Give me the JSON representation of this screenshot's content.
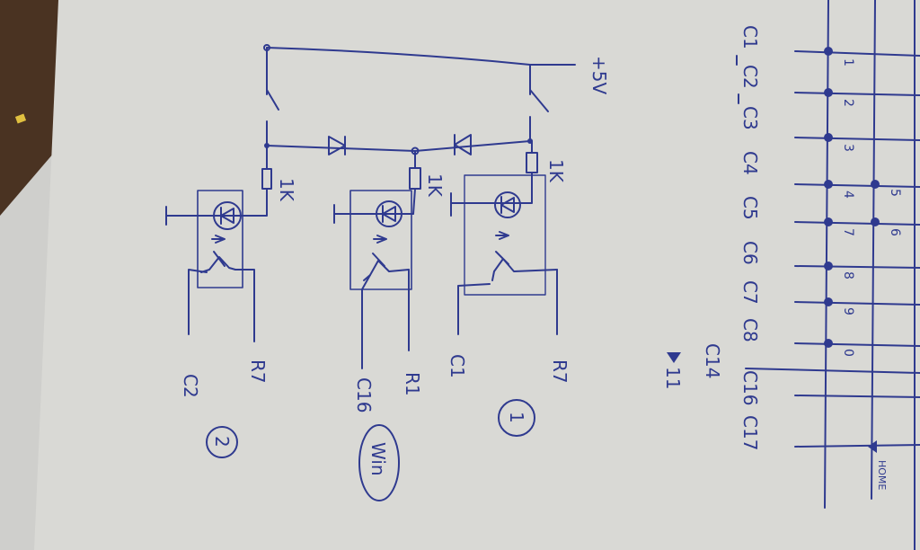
{
  "schematic": {
    "supply_label": "+5V",
    "resistors": [
      "1K",
      "1K",
      "1K"
    ],
    "circuits": [
      {
        "id_label": "2",
        "outputs": [
          "C2",
          "R7"
        ]
      },
      {
        "id_label": "Win",
        "outputs": [
          "C16",
          "R1"
        ]
      },
      {
        "id_label": "1",
        "outputs": [
          "C1",
          "R7"
        ]
      }
    ]
  },
  "grid_map": {
    "column_labels": [
      "C1",
      "C2",
      "C3",
      "C4",
      "C5",
      "C6",
      "C7",
      "C8",
      "C16",
      "C17"
    ],
    "extra_label": "C14",
    "marker_label": "11",
    "point_numbers": [
      "1",
      "2",
      "3",
      "4",
      "7",
      "8",
      "9",
      "0"
    ],
    "second_column_numbers": [
      "5",
      "6"
    ],
    "home_label": "HOME"
  },
  "colors": {
    "ink": "#2f3a8f",
    "paper": "#d9d9d5",
    "wood": "#4a3322"
  }
}
